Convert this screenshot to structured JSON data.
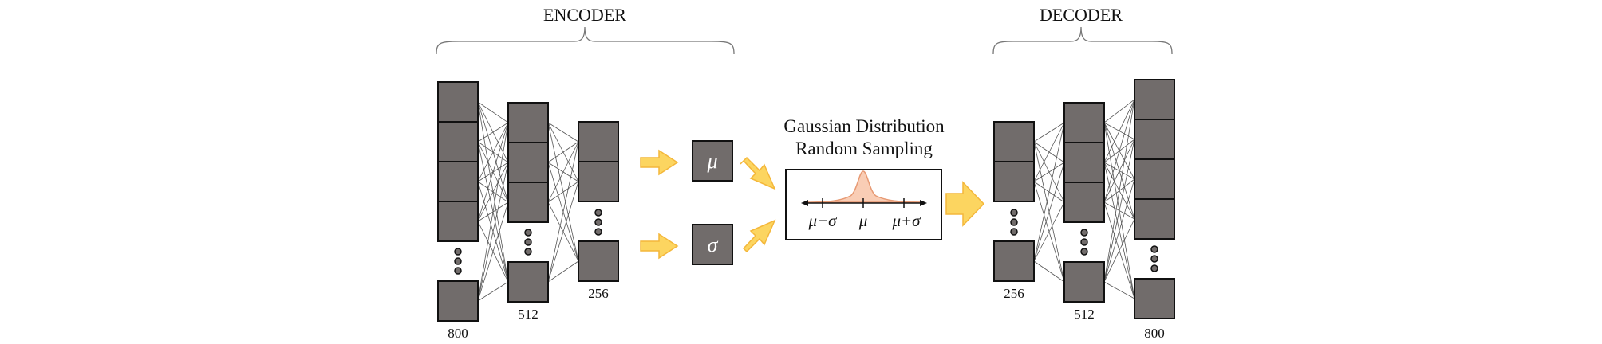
{
  "encoder": {
    "title": "ENCODER",
    "layer_sizes": [
      "800",
      "512",
      "256"
    ]
  },
  "decoder": {
    "title": "DECODER",
    "layer_sizes": [
      "256",
      "512",
      "800"
    ]
  },
  "latent": {
    "mu_symbol": "μ",
    "sigma_symbol": "σ"
  },
  "sampling": {
    "title_line1": "Gaussian Distribution",
    "title_line2": "Random Sampling",
    "axis_labels": [
      "μ−σ",
      "μ",
      "μ+σ"
    ]
  },
  "colors": {
    "node_fill": "#716c6b",
    "arrow_fill": "#fcd560",
    "arrow_stroke": "#f4b73a",
    "curve_fill": "#f9cdb5",
    "curve_stroke": "#e79a74"
  }
}
